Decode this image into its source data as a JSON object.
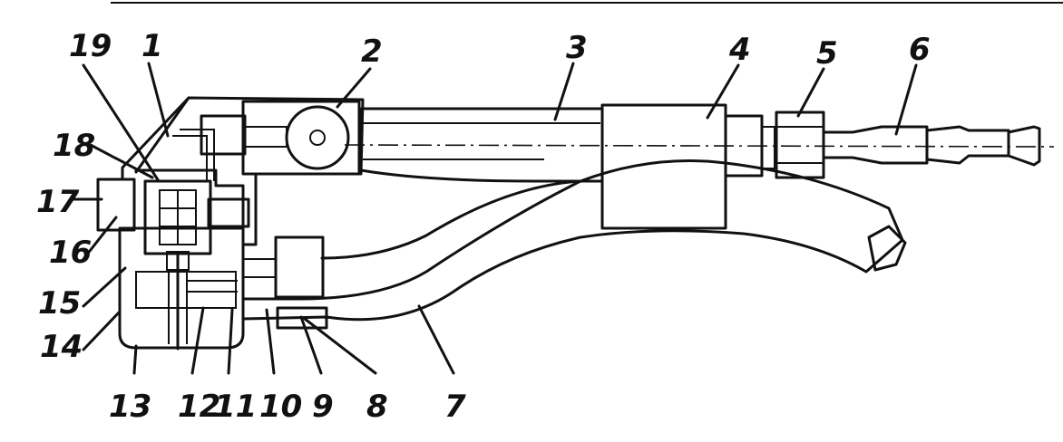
{
  "figure": {
    "labels": {
      "n1": "1",
      "n2": "2",
      "n3": "3",
      "n4": "4",
      "n5": "5",
      "n6": "6",
      "n7": "7",
      "n8": "8",
      "n9": "9",
      "n10": "10",
      "n11": "11",
      "n12": "12",
      "n13": "13",
      "n14": "14",
      "n15": "15",
      "n16": "16",
      "n17": "17",
      "n18": "18",
      "n19": "19"
    }
  }
}
